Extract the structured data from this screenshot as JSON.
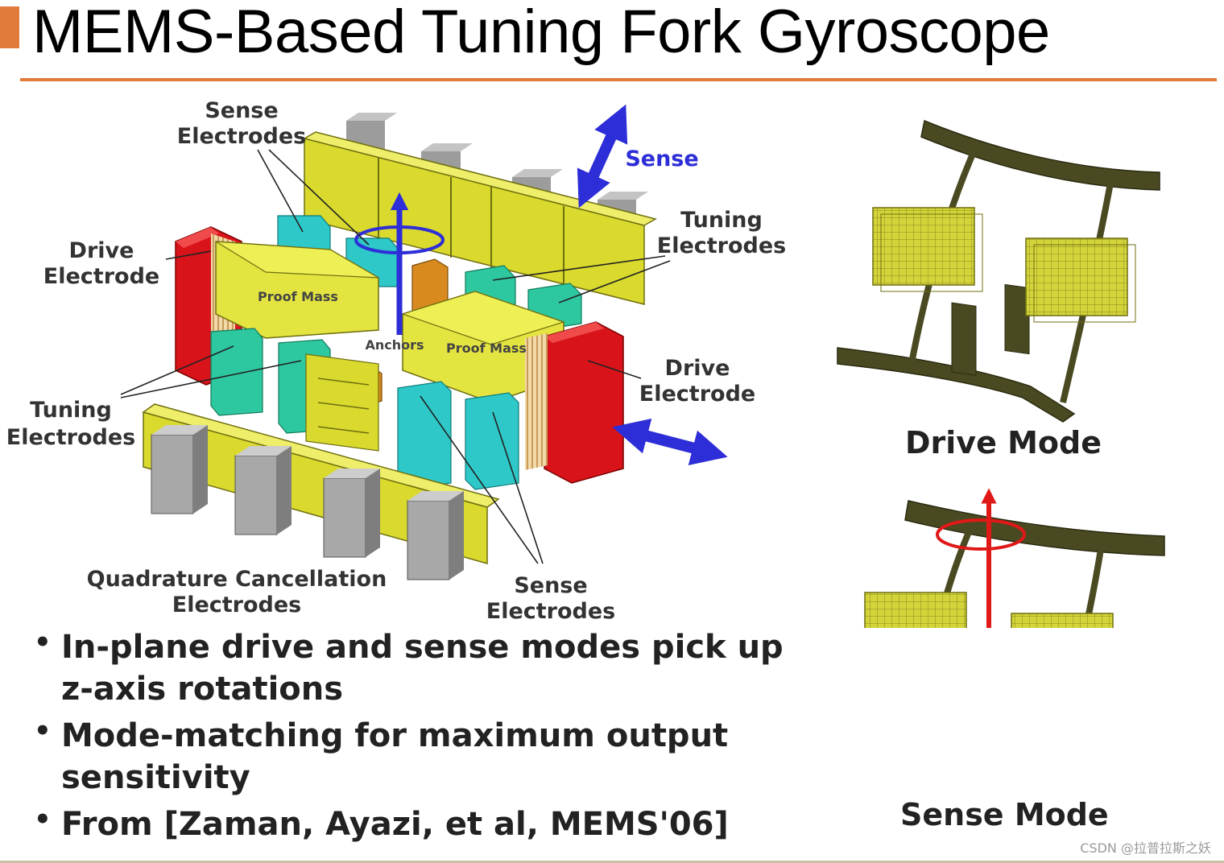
{
  "slide": {
    "title": "MEMS-Based Tuning Fork Gyroscope"
  },
  "diagram": {
    "labels": {
      "sense_electrodes_top": [
        "Sense",
        "Electrodes"
      ],
      "drive_electrode_left": [
        "Drive",
        "Electrode"
      ],
      "tuning_electrodes_right": [
        "Tuning",
        "Electrodes"
      ],
      "tuning_electrodes_left": [
        "Tuning",
        "Electrodes"
      ],
      "drive_electrode_right": [
        "Drive",
        "Electrode"
      ],
      "quadrature": [
        "Quadrature Cancellation",
        "Electrodes"
      ],
      "sense_electrodes_bottom": [
        "Sense",
        "Electrodes"
      ],
      "proof_mass_left": "Proof Mass",
      "proof_mass_right": "Proof Mass",
      "anchors": "Anchors",
      "sense_axis": "Sense"
    },
    "colors": {
      "frame_yellow": "#d9d92e",
      "electrode_teal": "#2ec8b0",
      "drive_red": "#d8141a",
      "anchor_orange": "#d98a1e",
      "block_gray": "#a8a8a8",
      "arrow_blue": "#2e2ed8",
      "rotation_red": "#e01818",
      "beam_olive": "#4a4a22"
    }
  },
  "bullets": [
    "In-plane drive and sense modes pick up z-axis rotations",
    "Mode-matching for maximum output sensitivity",
    "From [Zaman, Ayazi, et al, MEMS'06]"
  ],
  "modes": {
    "drive_mode": "Drive Mode",
    "sense_mode": "Sense Mode"
  },
  "watermark": "CSDN @拉普拉斯之妖"
}
